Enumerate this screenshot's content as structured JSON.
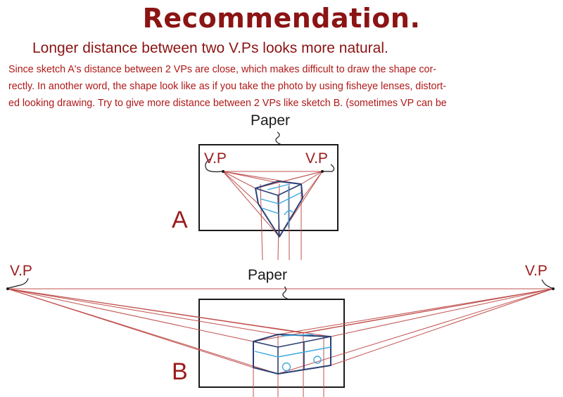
{
  "title": "Recommendation.",
  "subtitle": "Longer distance between two V.Ps looks more natural.",
  "description_lines": [
    "Since sketch A's distance between 2 VPs are close, which makes difficult to draw the shape cor-",
    "rectly. In another word, the shape look like as if you take the photo by using fisheye lenses, distort-",
    "ed looking drawing.  Try to give more distance between 2 VPs like sketch B. (sometimes VP can be"
  ],
  "sketch_a": {
    "paper_label": "Paper",
    "vp_left_label": "V.P",
    "vp_right_label": "V.P",
    "sketch_label": "A"
  },
  "sketch_b": {
    "paper_label": "Paper",
    "vp_left_label": "V.P",
    "vp_right_label": "V.P",
    "sketch_label": "B"
  },
  "colors": {
    "title": "#8b1414",
    "text": "#b01818",
    "construction_line": "#c0504d",
    "box_edge": "#2b3f73",
    "box_guide": "#3fa9e0"
  }
}
